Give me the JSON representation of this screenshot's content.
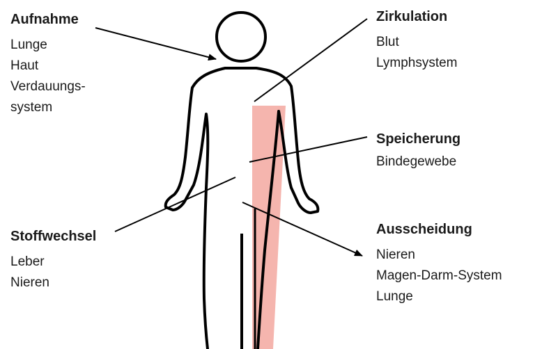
{
  "colors": {
    "outline": "#000000",
    "highlight": "#f5b5ae",
    "text": "#1a1a1a"
  },
  "labels": {
    "aufnahme": {
      "heading": "Aufnahme",
      "items": [
        "Lunge",
        "Haut",
        "Verdauungs-",
        "system"
      ]
    },
    "zirkulation": {
      "heading": "Zirkulation",
      "items": [
        "Blut",
        "Lymphsystem"
      ]
    },
    "speicherung": {
      "heading": "Speicherung",
      "items": [
        "Bindegewebe"
      ]
    },
    "stoffwechsel": {
      "heading": "Stoffwechsel",
      "items": [
        "Leber",
        "Nieren"
      ]
    },
    "ausscheidung": {
      "heading": "Ausscheidung",
      "items": [
        "Nieren",
        "Magen-Darm-System",
        "Lunge"
      ]
    }
  }
}
